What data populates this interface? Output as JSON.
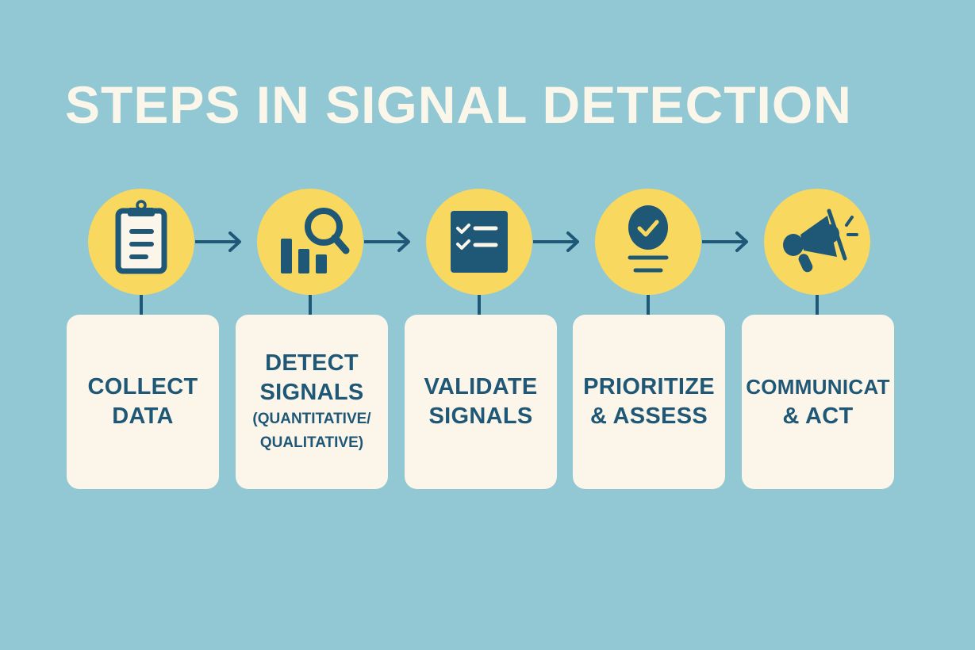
{
  "title": "STEPS IN SIGNAL DETECTION",
  "colors": {
    "background": "#92c8d4",
    "title": "#fbf6ea",
    "circle": "#f8d85e",
    "icon_and_text": "#1f5877",
    "card": "#fcf6ea"
  },
  "steps": [
    {
      "icon": "clipboard-icon",
      "lines": [
        "COLLECT",
        "DATA"
      ],
      "sub": []
    },
    {
      "icon": "bar-chart-magnifier-icon",
      "lines": [
        "DETECT",
        "SIGNALS"
      ],
      "sub": [
        "(QUANTITATIVE/",
        "QUALITATIVE)"
      ]
    },
    {
      "icon": "checklist-icon",
      "lines": [
        "VALIDATE",
        "SIGNALS"
      ],
      "sub": []
    },
    {
      "icon": "check-badge-icon",
      "lines": [
        "PRIORITIZE",
        "& ASSESS"
      ],
      "sub": []
    },
    {
      "icon": "megaphone-icon",
      "lines": [
        "COMMUNICAT",
        "& ACT"
      ],
      "sub": []
    }
  ],
  "connectors": [
    "arrow-right",
    "arrow-right",
    "arrow-right",
    "arrow-right"
  ]
}
